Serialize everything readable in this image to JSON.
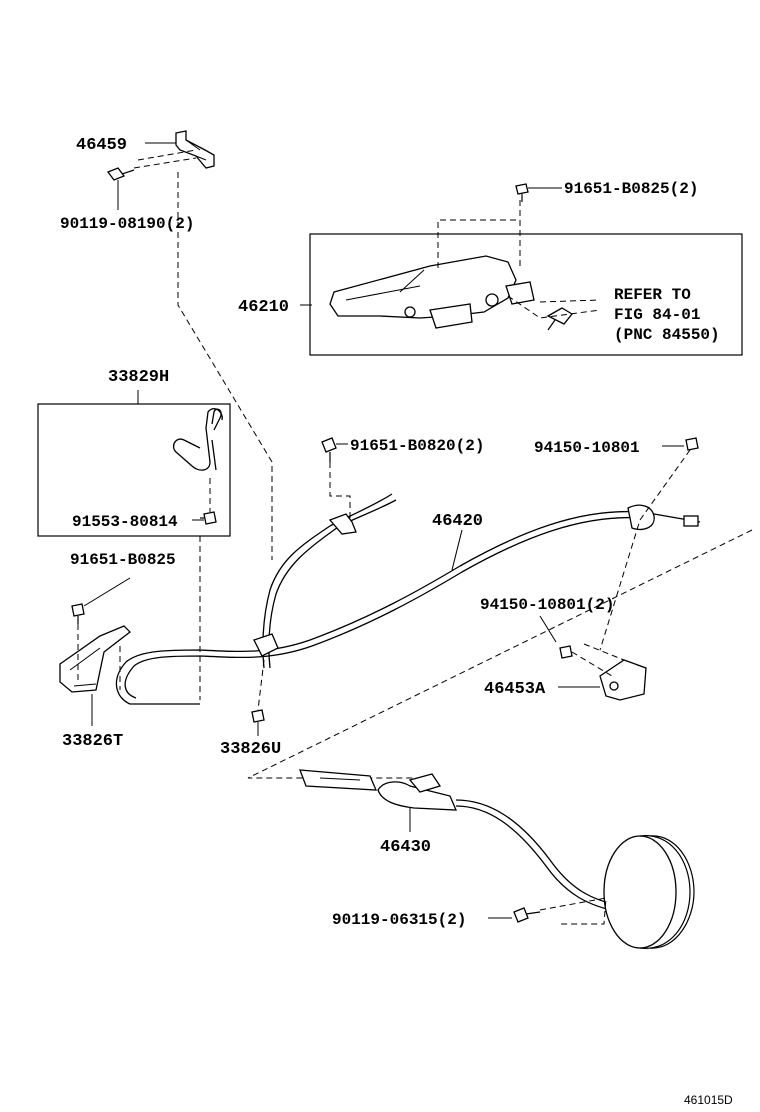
{
  "labels": {
    "p46459": "46459",
    "p90119_08190": "90119-08190(2)",
    "p91651_B0825_top": "91651-B0825(2)",
    "p46210": "46210",
    "refer1": "REFER TO",
    "refer2": "FIG 84-01",
    "refer3": "(PNC 84550)",
    "p33829H": "33829H",
    "p91553_80814": "91553-80814",
    "p91651_B0820": "91651-B0820(2)",
    "p94150_10801": "94150-10801",
    "p46420": "46420",
    "p91651_B0825": "91651-B0825",
    "p94150_10801_2": "94150-10801(2)",
    "p46453A": "46453A",
    "p33826T": "33826T",
    "p33826U": "33826U",
    "p46430": "46430",
    "p90119_06315": "90119-06315(2)",
    "fig_id": "461015D"
  }
}
